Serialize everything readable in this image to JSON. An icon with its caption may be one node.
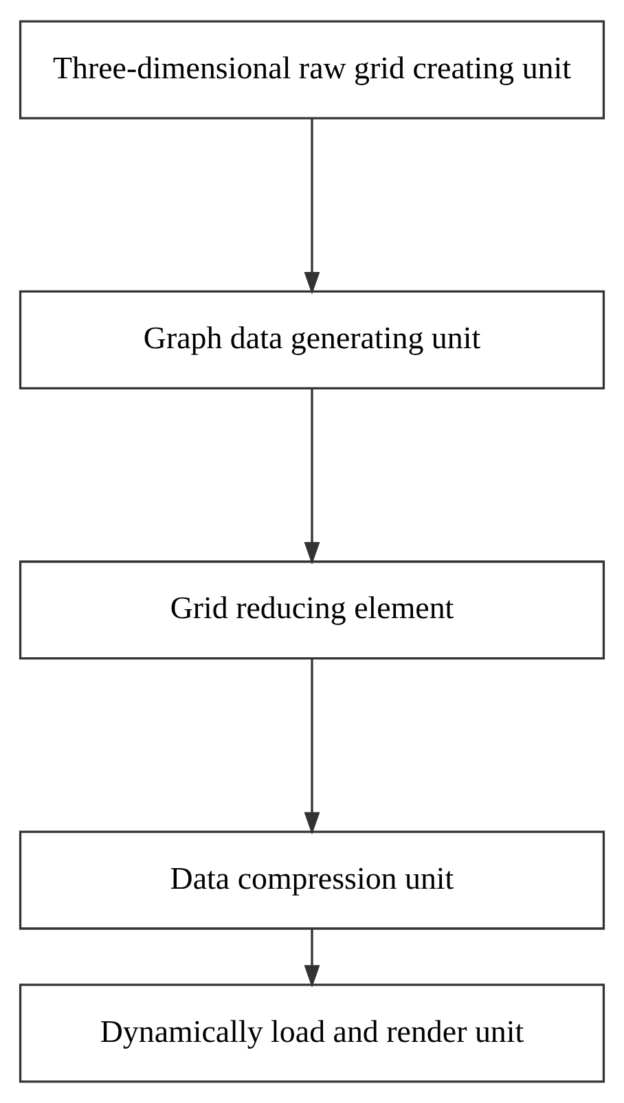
{
  "diagram": {
    "nodes": [
      {
        "text": [
          "Three-dimensional raw grid creating unit"
        ]
      },
      {
        "text": [
          "Graph data generating unit"
        ]
      },
      {
        "text": [
          "Grid reducing element"
        ]
      },
      {
        "text": [
          "Data compression unit"
        ]
      },
      {
        "text": [
          "Dynamically load and render unit"
        ]
      }
    ],
    "edges": [
      {
        "from": 0,
        "to": 1,
        "arrow": "to"
      },
      {
        "from": 1,
        "to": 2,
        "arrow": "to"
      },
      {
        "from": 2,
        "to": 3,
        "arrow": "to"
      },
      {
        "from": 3,
        "to": 4,
        "arrow": "to"
      }
    ]
  }
}
